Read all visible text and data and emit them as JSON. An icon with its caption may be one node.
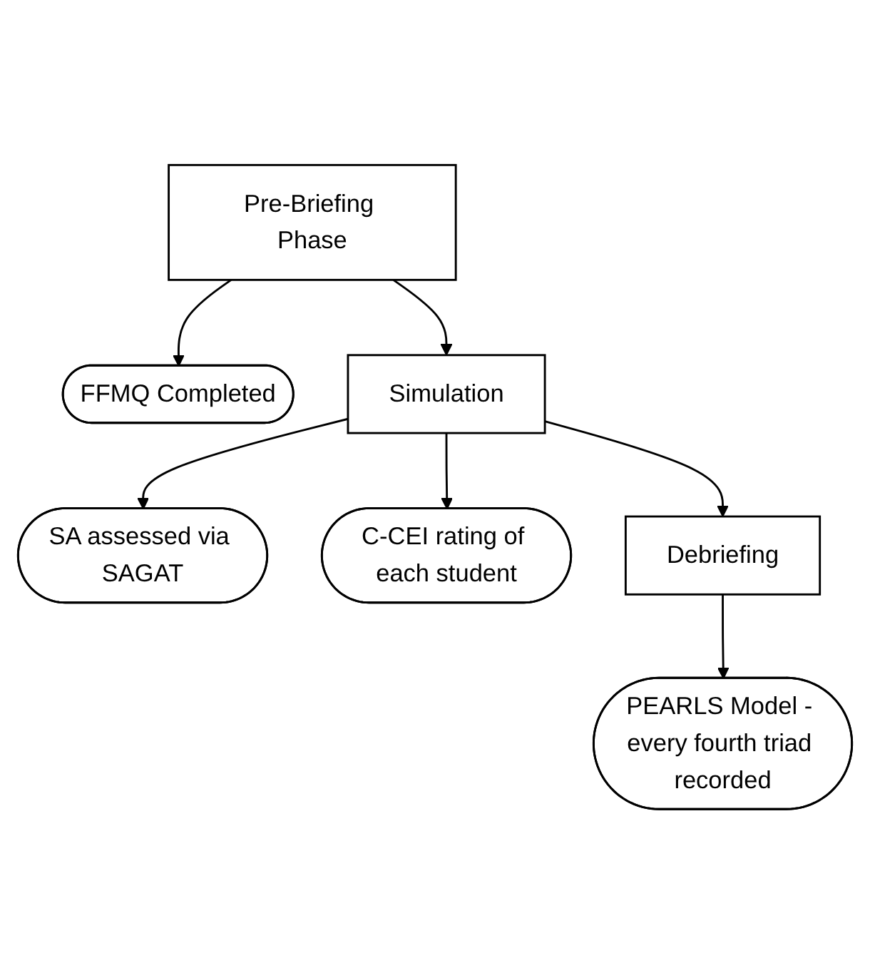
{
  "diagram": {
    "nodes": [
      {
        "text": [
          "Pre-Briefing Phase"
        ]
      },
      {
        "text": [
          "FFMQ Completed"
        ]
      },
      {
        "text": [
          "Simulation"
        ]
      },
      {
        "text": [
          "SA assessed via SAGAT"
        ]
      },
      {
        "text": [
          "C-CEI rating of each student"
        ]
      },
      {
        "text": [
          "Debriefing"
        ]
      },
      {
        "text": [
          "PEARLS Model - every fourth triad recorded"
        ]
      }
    ],
    "edges": [
      {
        "from": 0,
        "to": 1,
        "arrow": "to"
      },
      {
        "from": 0,
        "to": 2,
        "arrow": "to"
      },
      {
        "from": 2,
        "to": 3,
        "arrow": "to"
      },
      {
        "from": 2,
        "to": 4,
        "arrow": "to"
      },
      {
        "from": 2,
        "to": 5,
        "arrow": "to"
      },
      {
        "from": 5,
        "to": 6,
        "arrow": "to"
      }
    ]
  }
}
